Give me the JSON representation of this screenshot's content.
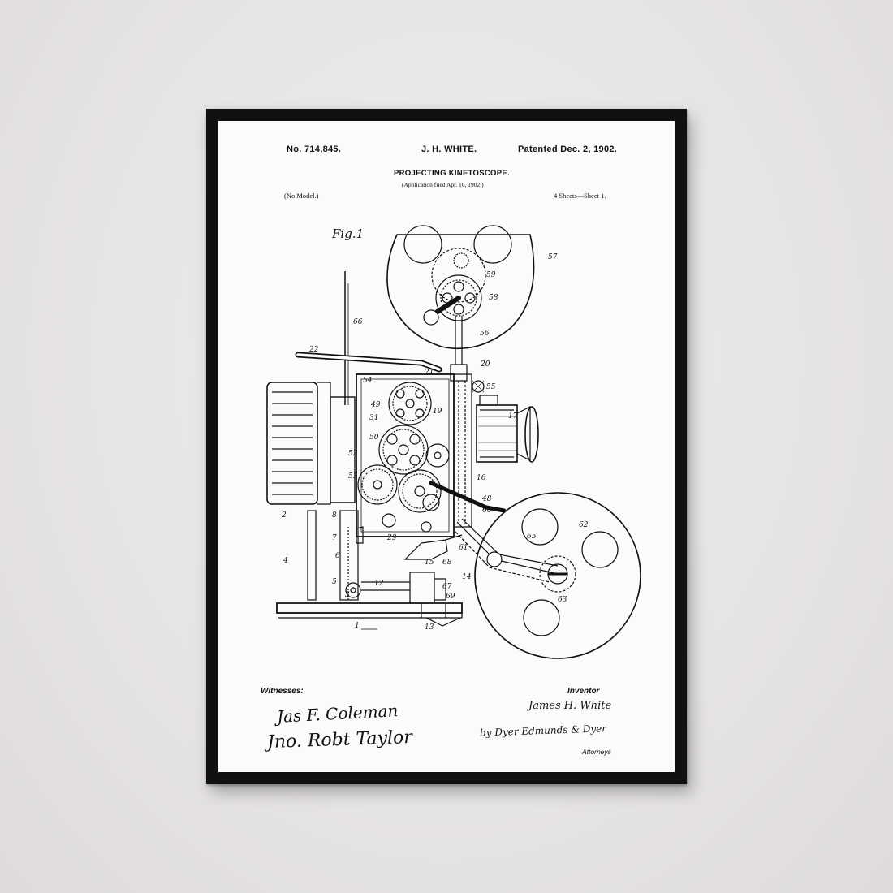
{
  "patent": {
    "number": "No. 714,845.",
    "inventor_name": "J. H. WHITE.",
    "title": "PROJECTING KINETOSCOPE.",
    "application": "(Application filed Apr. 16, 1902.)",
    "patented": "Patented Dec. 2, 1902.",
    "model": "(No Model.)",
    "sheets": "4 Sheets—Sheet 1.",
    "figure": "Fig.1"
  },
  "reference_numbers": [
    "57",
    "59",
    "58",
    "66",
    "22",
    "56",
    "21",
    "20",
    "54",
    "55",
    "49",
    "31",
    "19",
    "17",
    "50",
    "52",
    "16",
    "53",
    "48",
    "60",
    "62",
    "2",
    "8",
    "7",
    "6",
    "5",
    "4",
    "3",
    "12",
    "29",
    "61",
    "65",
    "15",
    "68",
    "14",
    "67",
    "69",
    "63",
    "1",
    "13"
  ],
  "witnesses": {
    "label": "Witnesses:",
    "signature_1": "Jas F. Coleman",
    "signature_2": "Jno. Robt Taylor"
  },
  "inventor": {
    "label": "Inventor",
    "name": "James H. White",
    "by_line": "by Dyer Edmunds & Dyer",
    "attorneys": "Attorneys"
  },
  "colors": {
    "wall": "#e9e7e6",
    "frame": "#111111",
    "paper": "#fbfbfb",
    "ink": "#111111"
  }
}
